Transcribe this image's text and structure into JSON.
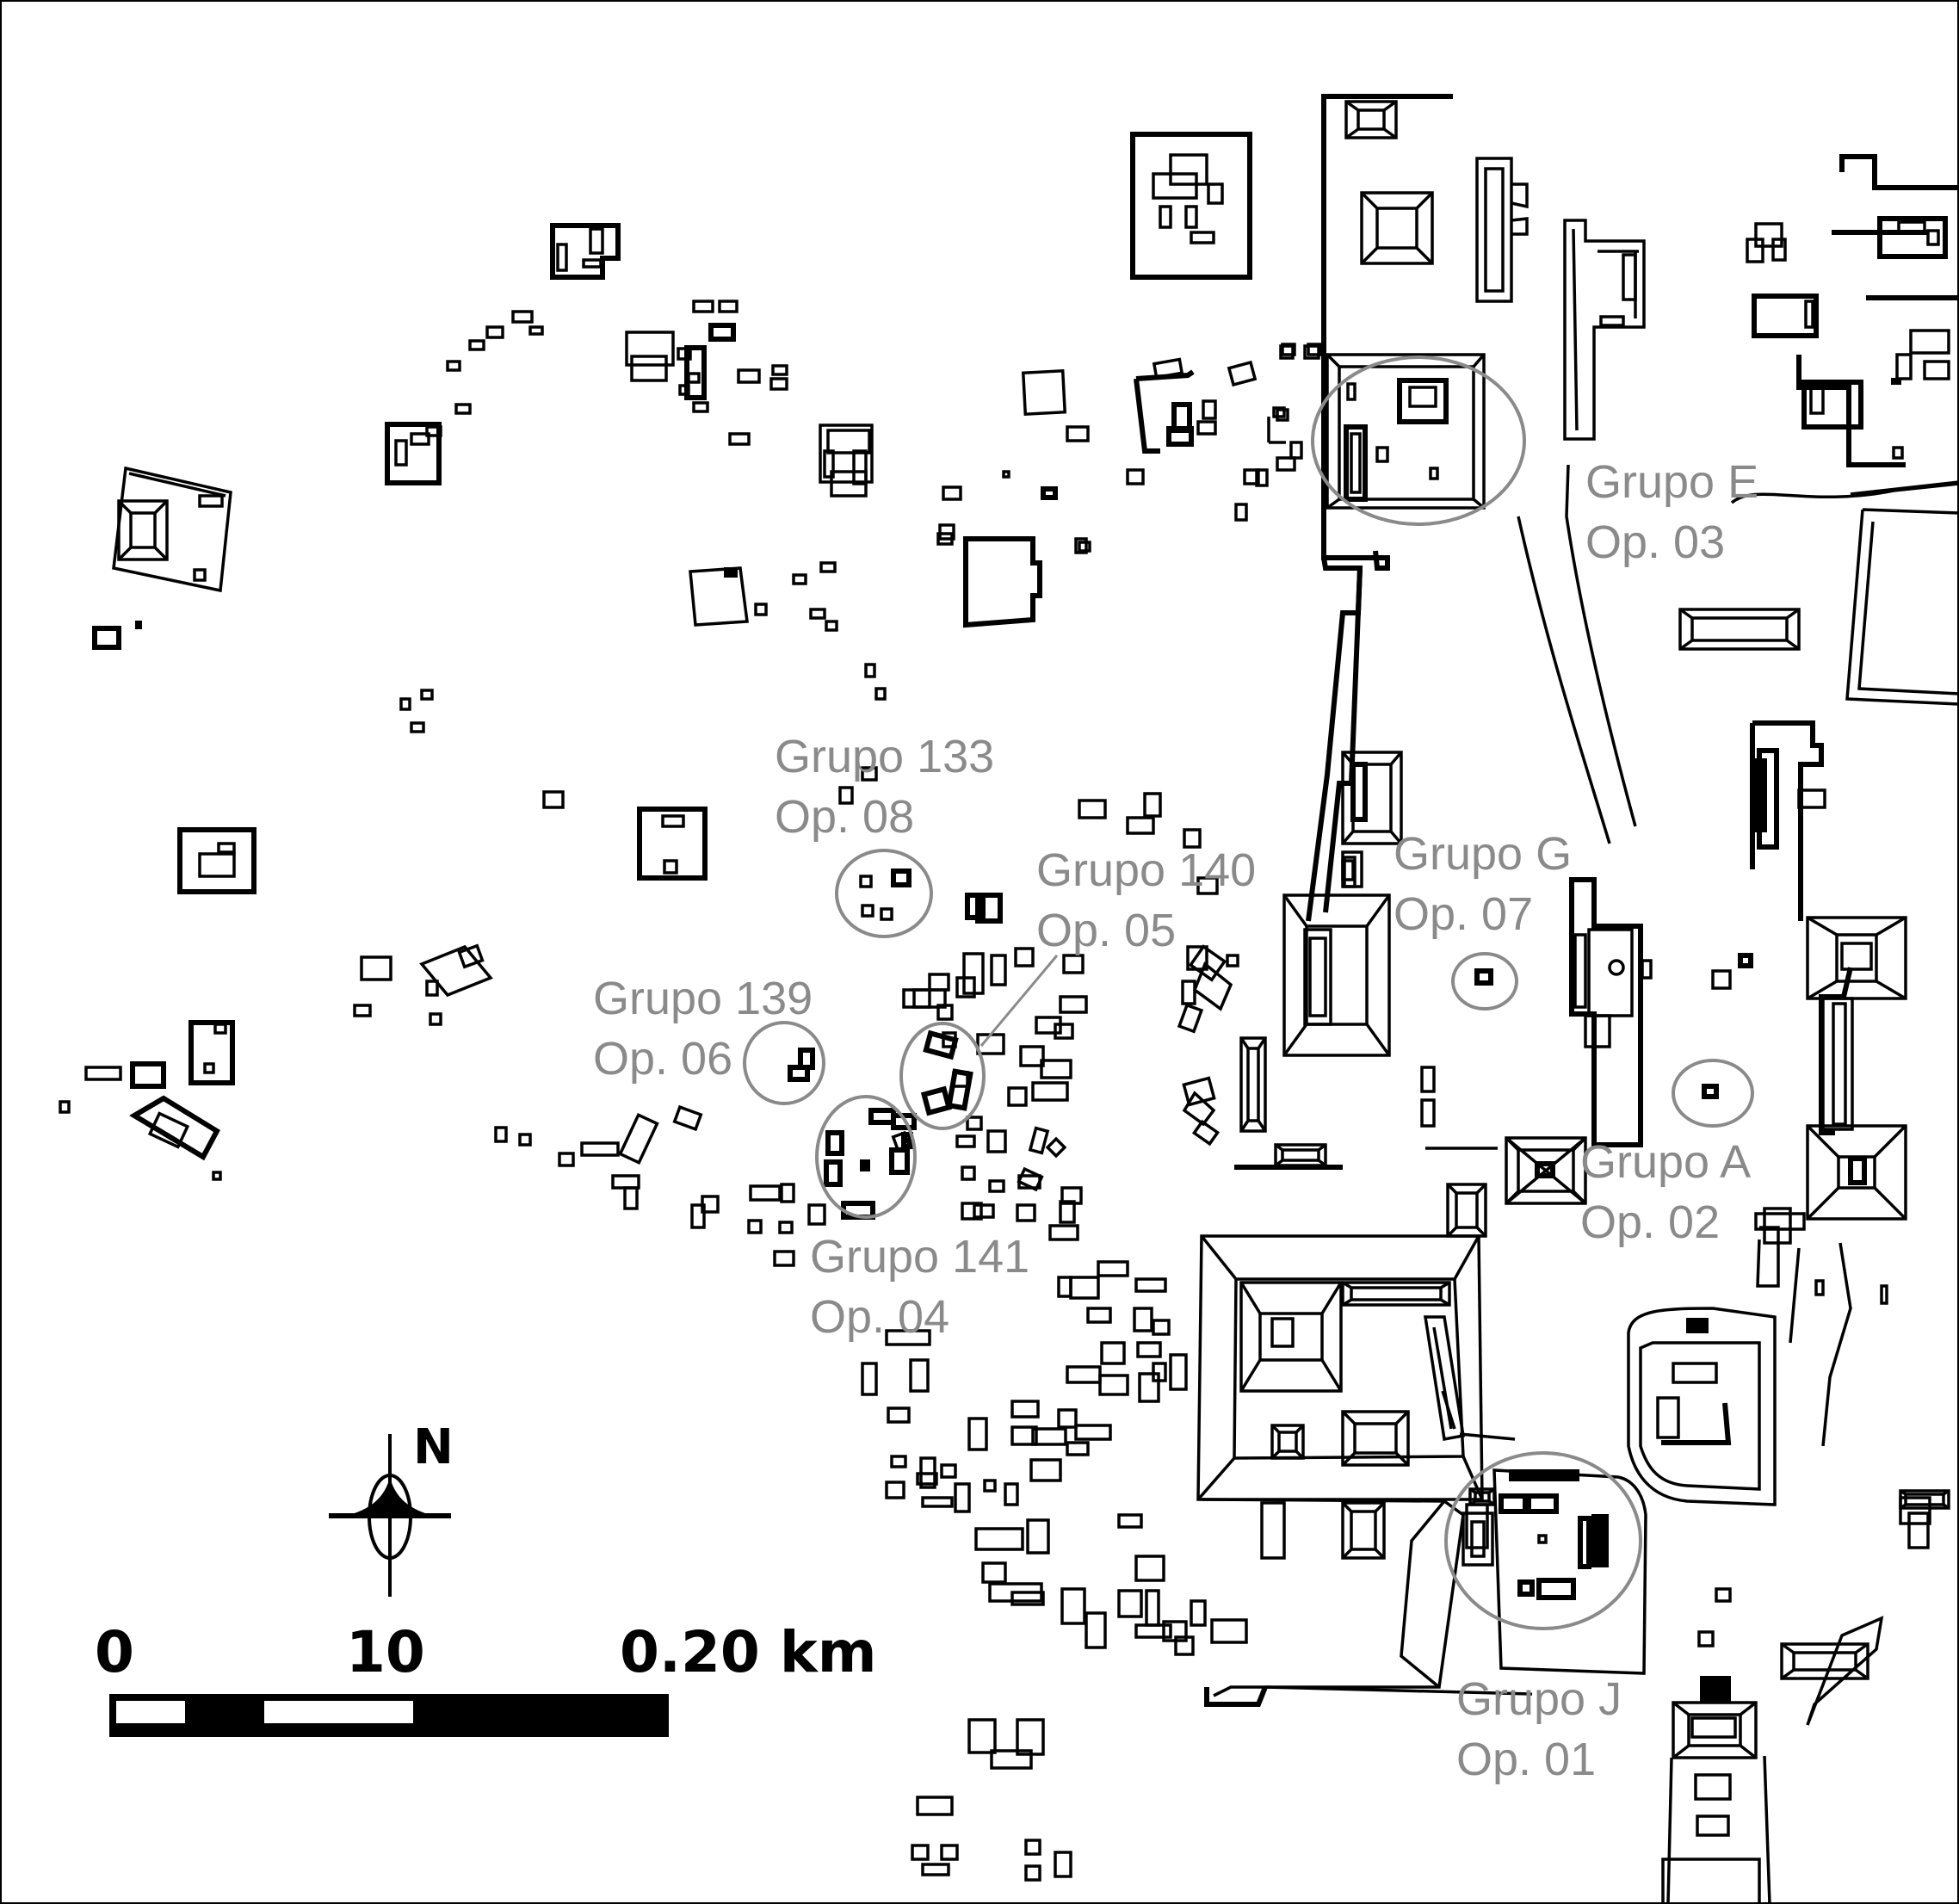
{
  "map": {
    "type": "archaeological-site-plan",
    "groups": [
      {
        "name": "Grupo E",
        "operation": "Op. 03"
      },
      {
        "name": "Grupo 133",
        "operation": "Op. 08"
      },
      {
        "name": "Grupo 140",
        "operation": "Op. 05"
      },
      {
        "name": "Grupo G",
        "operation": "Op. 07"
      },
      {
        "name": "Grupo 139",
        "operation": "Op. 06"
      },
      {
        "name": "Grupo A",
        "operation": "Op. 02"
      },
      {
        "name": "Grupo 141",
        "operation": "Op. 04"
      },
      {
        "name": "Grupo J",
        "operation": "Op. 01"
      }
    ],
    "north_arrow": {
      "label": "N",
      "icon": "north-arrow-icon"
    },
    "scale_bar": {
      "labels": [
        "0",
        "10",
        "0.20 km"
      ],
      "segments": [
        "white",
        "black",
        "white"
      ]
    },
    "colors": {
      "structures": "#000000",
      "group_markers": "#8a8a8a",
      "background": "#ffffff"
    }
  }
}
